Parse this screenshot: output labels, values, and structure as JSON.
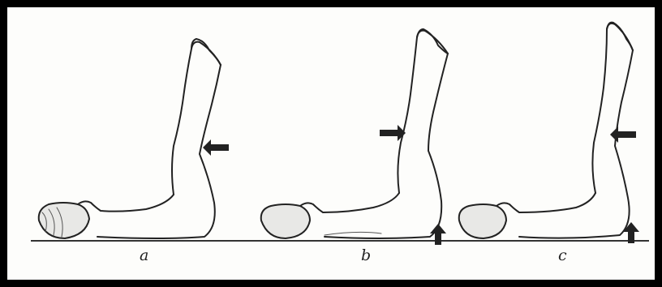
{
  "figure": {
    "panels": [
      {
        "label": "a",
        "arrows": [
          "arrow-left"
        ]
      },
      {
        "label": "b",
        "arrows": [
          "arrow-right",
          "arrow-up"
        ]
      },
      {
        "label": "c",
        "arrows": [
          "arrow-left",
          "arrow-up"
        ]
      }
    ],
    "colors": {
      "border": "#000000",
      "ink": "#222222",
      "paper": "#fdfdfb"
    }
  }
}
